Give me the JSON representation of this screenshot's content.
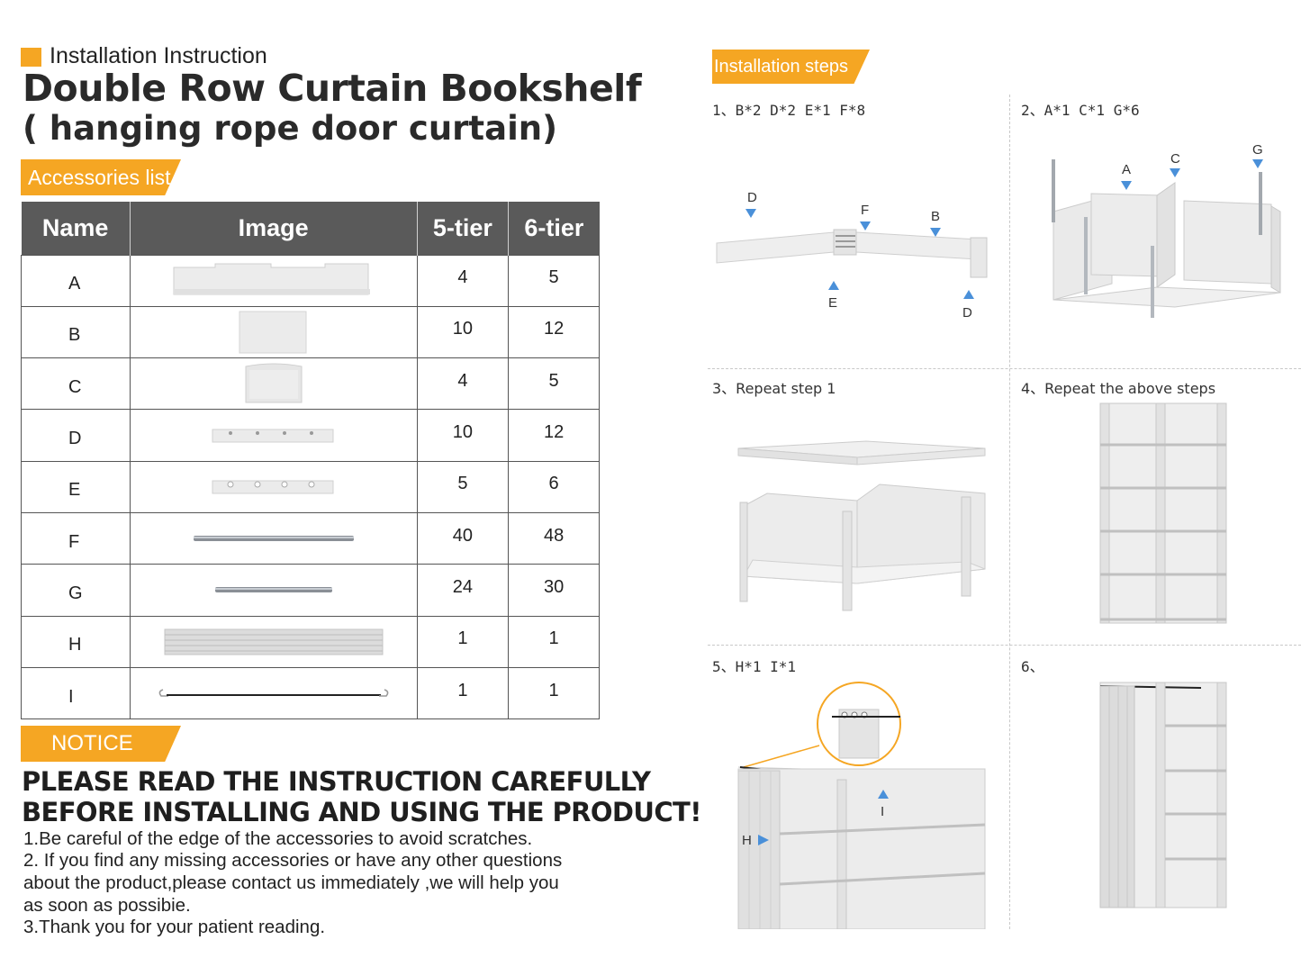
{
  "header": {
    "subtitle": "Installation Instruction",
    "title_line1": "Double Row Curtain Bookshelf",
    "title_line2": "( hanging rope door curtain)"
  },
  "accessories": {
    "tag": "Accessories list",
    "columns": [
      "Name",
      "Image",
      "5-tier",
      "6-tier"
    ],
    "rows": [
      {
        "name": "A",
        "tier5": "4",
        "tier6": "5"
      },
      {
        "name": "B",
        "tier5": "10",
        "tier6": "12"
      },
      {
        "name": "C",
        "tier5": "4",
        "tier6": "5"
      },
      {
        "name": "D",
        "tier5": "10",
        "tier6": "12"
      },
      {
        "name": "E",
        "tier5": "5",
        "tier6": "6"
      },
      {
        "name": "F",
        "tier5": "40",
        "tier6": "48"
      },
      {
        "name": "G",
        "tier5": "24",
        "tier6": "30"
      },
      {
        "name": "H",
        "tier5": "1",
        "tier6": "1"
      },
      {
        "name": "I",
        "tier5": "1",
        "tier6": "1"
      }
    ]
  },
  "notice": {
    "tag": "NOTICE",
    "heading_line1": "PLEASE READ THE INSTRUCTION CAREFULLY",
    "heading_line2": "BEFORE INSTALLING AND USING THE PRODUCT!",
    "lines": [
      "1.Be careful of the edge of the accessories to avoid scratches.",
      "2. If you find any missing accessories or have any other questions",
      "about the product,please contact us immediately ,we will help you",
      "as soon as possibie.",
      "3.Thank you for your patient reading."
    ]
  },
  "steps": {
    "tag": "Installation steps",
    "items": [
      {
        "label": "1、B*2 D*2 E*1 F*8",
        "callouts": [
          "D",
          "F",
          "B",
          "E",
          "D"
        ]
      },
      {
        "label": "2、A*1 C*1 G*6",
        "callouts": [
          "A",
          "C",
          "G"
        ]
      },
      {
        "label": "3、Repeat step 1"
      },
      {
        "label": "4、Repeat the above steps"
      },
      {
        "label": "5、H*1 I*1",
        "callouts": [
          "H",
          "I"
        ]
      },
      {
        "label": "6、"
      }
    ]
  },
  "colors": {
    "accent_orange": "#f5a623",
    "table_header": "#5a5a5a",
    "arrow_blue": "#4a90d9"
  }
}
